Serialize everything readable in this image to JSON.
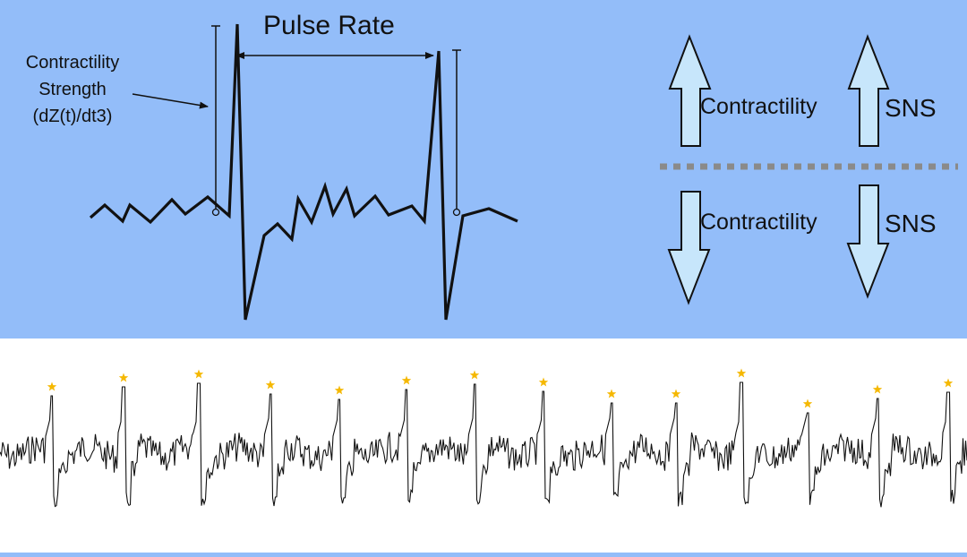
{
  "diagram": {
    "title": "Pulse Rate",
    "annotation": {
      "line1": "Contractility",
      "line2": "Strength",
      "line3": "(dZ(t)/dt3)"
    },
    "legend": {
      "increase": {
        "left_label": "Contractility",
        "right_label": "SNS",
        "direction": "up"
      },
      "decrease": {
        "left_label": "Contractility",
        "right_label": "SNS",
        "direction": "down"
      }
    },
    "colors": {
      "background": "#93bdf9",
      "arrow_fill": "#c7e6fb",
      "divider": "#8a8a8a",
      "star": "#f5b800",
      "trace": "#111111",
      "signal_background": "#ffffff"
    }
  },
  "signal": {
    "peak_marker": "star-icon",
    "peak_count": 14,
    "peaks_x": [
      58,
      138,
      222,
      302,
      379,
      454,
      530,
      607,
      683,
      755,
      828,
      902,
      980,
      1059
    ]
  }
}
